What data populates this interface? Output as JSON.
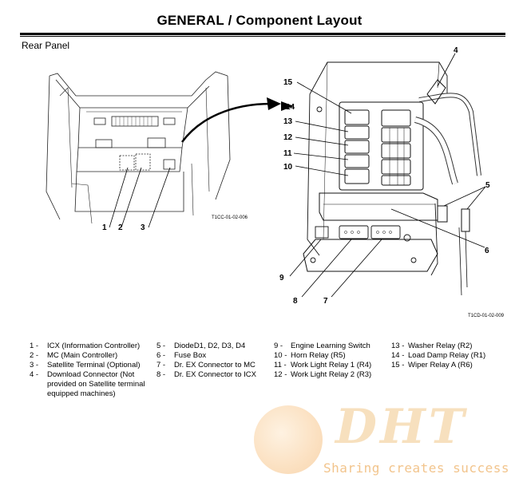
{
  "page": {
    "title": "GENERAL / Component Layout",
    "section": "Rear Panel"
  },
  "figure_left": {
    "caption": "T1CC-01-02-006",
    "callouts": [
      "1",
      "2",
      "3"
    ]
  },
  "figure_right": {
    "caption": "T1CD-01-02-009",
    "callouts": [
      "15",
      "14",
      "13",
      "12",
      "11",
      "10",
      "4",
      "5",
      "6",
      "9",
      "8",
      "7"
    ]
  },
  "legend": {
    "col1": [
      {
        "num": "1 -",
        "text": "ICX (Information Controller)"
      },
      {
        "num": "2 -",
        "text": "MC (Main Controller)"
      },
      {
        "num": "3 -",
        "text": "Satellite Terminal (Optional)"
      },
      {
        "num": "4 -",
        "text": "Download Connector (Not provided on Satellite terminal equipped machines)"
      }
    ],
    "col2": [
      {
        "num": "5 -",
        "text": "DiodeD1, D2, D3, D4"
      },
      {
        "num": "6 -",
        "text": "Fuse Box"
      },
      {
        "num": "7 -",
        "text": "Dr. EX Connector to MC"
      },
      {
        "num": "8 -",
        "text": "Dr. EX Connector to ICX"
      }
    ],
    "col3": [
      {
        "num": "9 -",
        "text": "Engine Learning Switch"
      },
      {
        "num": "10 -",
        "text": "Horn Relay (R5)"
      },
      {
        "num": "11 -",
        "text": "Work Light Relay 1 (R4)"
      },
      {
        "num": "12 -",
        "text": "Work Light Relay 2 (R3)"
      }
    ],
    "col4": [
      {
        "num": "13 -",
        "text": "Washer Relay (R2)"
      },
      {
        "num": "14 -",
        "text": "Load Damp Relay (R1)"
      },
      {
        "num": "15 -",
        "text": "Wiper Relay A (R6)"
      }
    ]
  },
  "watermark": {
    "logo_text": "DHT",
    "tagline": "Sharing creates success"
  }
}
